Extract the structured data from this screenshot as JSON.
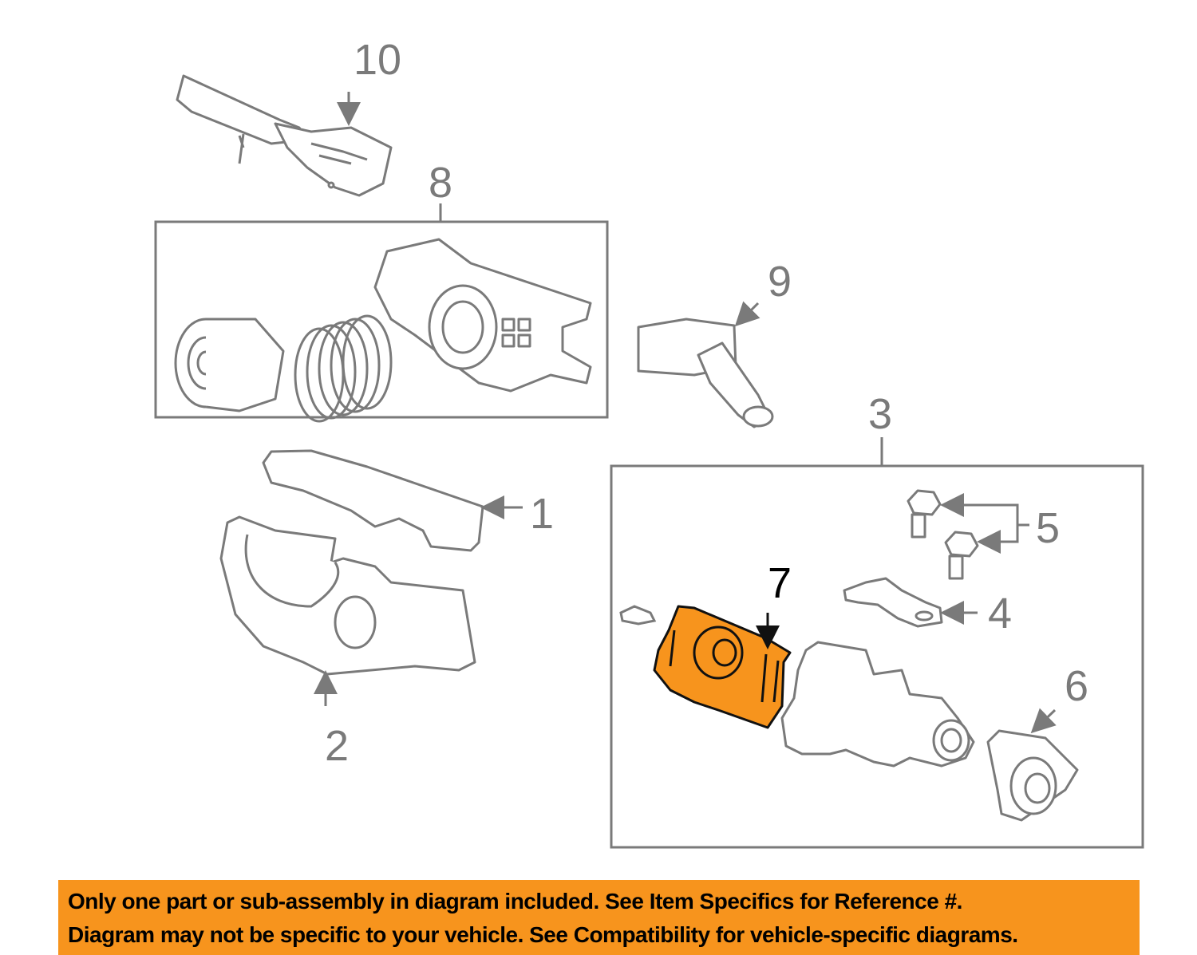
{
  "diagram": {
    "callouts": [
      {
        "id": "1",
        "label": "1"
      },
      {
        "id": "2",
        "label": "2"
      },
      {
        "id": "3",
        "label": "3"
      },
      {
        "id": "4",
        "label": "4"
      },
      {
        "id": "5",
        "label": "5"
      },
      {
        "id": "6",
        "label": "6"
      },
      {
        "id": "7",
        "label": "7",
        "highlighted": true
      },
      {
        "id": "8",
        "label": "8"
      },
      {
        "id": "9",
        "label": "9"
      },
      {
        "id": "10",
        "label": "10"
      }
    ],
    "colors": {
      "line": "#7a7a7a",
      "highlight_fill": "#f7941d",
      "highlight_stroke": "#111111",
      "banner_bg": "#f7941d"
    }
  },
  "banner": {
    "line1": "Only one part or sub-assembly in diagram included. See Item Specifics for Reference #.",
    "line2": "Diagram may not be specific to your vehicle. See Compatibility for vehicle-specific diagrams."
  }
}
